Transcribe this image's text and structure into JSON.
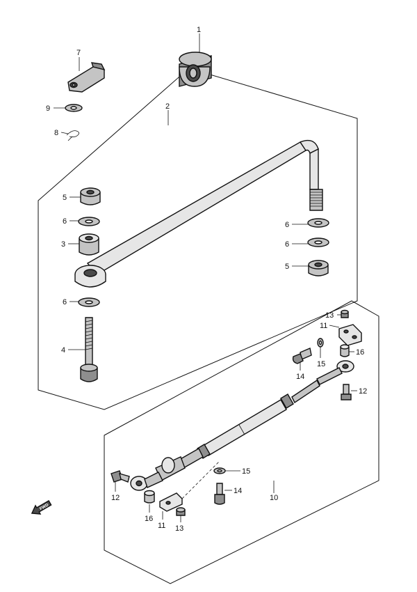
{
  "callouts": {
    "c1": "1",
    "c7": "7",
    "c9": "9",
    "c8": "8",
    "c2": "2",
    "c5a": "5",
    "c6a": "6",
    "c3": "3",
    "c6b": "6",
    "c4": "4",
    "c6c": "6",
    "c6d": "6",
    "c5b": "5",
    "c13a": "13",
    "c11a": "11",
    "c15a": "15",
    "c16a": "16",
    "c14a": "14",
    "c12a": "12",
    "c15b": "15",
    "c14b": "14",
    "c10": "10",
    "c12b": "12",
    "c16b": "16",
    "c11b": "11",
    "c13b": "13"
  },
  "fwd_label": "FWD"
}
